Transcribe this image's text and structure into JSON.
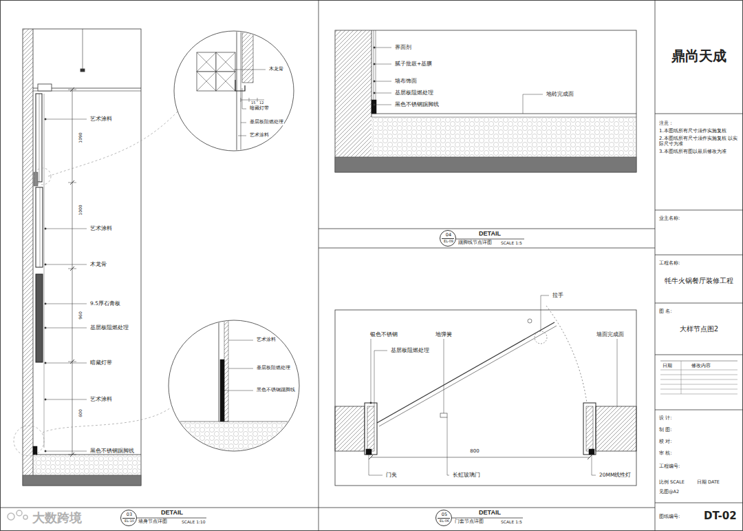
{
  "diagram": {
    "nodes": [
      {
        "text": [
          "鼎尚天成"
        ]
      },
      {
        "text": [
          "注意：",
          "1.本图纸所有尺寸须作实施复核",
          "2.本图纸所有尺寸须作实施复核 以实际尺寸为准",
          "3.本图纸所有图以最后修改为准"
        ]
      },
      {
        "text": [
          "业主名称:"
        ]
      },
      {
        "text": [
          "工程名称:",
          "牦牛火锅餐厅装修工程"
        ]
      },
      {
        "text": [
          "图 名:",
          "大样节点图2"
        ]
      },
      {
        "text": [
          "日期",
          "修改内容"
        ]
      },
      {
        "text": [
          "设 计:",
          "制 图:",
          "校 对:",
          "审 核:",
          "工程编号:",
          "比例 SCALE",
          "日期 DATE",
          "见图@A2"
        ]
      },
      {
        "text": [
          "图纸编号:",
          "DT-02"
        ]
      },
      {
        "text": [
          "03",
          "EL-10"
        ]
      },
      {
        "text": [
          "04",
          "EL-09"
        ]
      },
      {
        "text": [
          "05",
          "EL-06"
        ]
      }
    ],
    "labels": [
      "艺术涂料",
      "艺术涂料",
      "木龙骨",
      "9.5厚石膏板",
      "基层板阻燃处理",
      "暗藏灯带",
      "艺术涂料",
      "黑色不锈钢踢脚线",
      "1090",
      "1000",
      "960",
      "600",
      "木龙骨",
      "15",
      "12",
      "暗藏灯带",
      "基层板阻燃处理",
      "艺术涂料",
      "艺术涂料",
      "基层板阻燃处理",
      "黑色不锈钢踢脚线",
      "界面剂",
      "腻子批嵌+基膜",
      "墙布饰面",
      "基层板阻燃处理",
      "黑色不锈钢踢脚线",
      "地砖完成面",
      "DETAIL",
      "踢脚线节点详图",
      "SCALE 1:5",
      "拉手",
      "银色不锈钢",
      "地弹簧",
      "墙面完成面",
      "基层板阻燃处理",
      "门夹",
      "长虹玻璃门",
      "20MM线性灯",
      "800",
      "DETAIL",
      "墙身节点详图",
      "SCALE 1:10",
      "DETAIL",
      "门套节点详图",
      "SCALE 1:5",
      "大数跨境"
    ]
  }
}
